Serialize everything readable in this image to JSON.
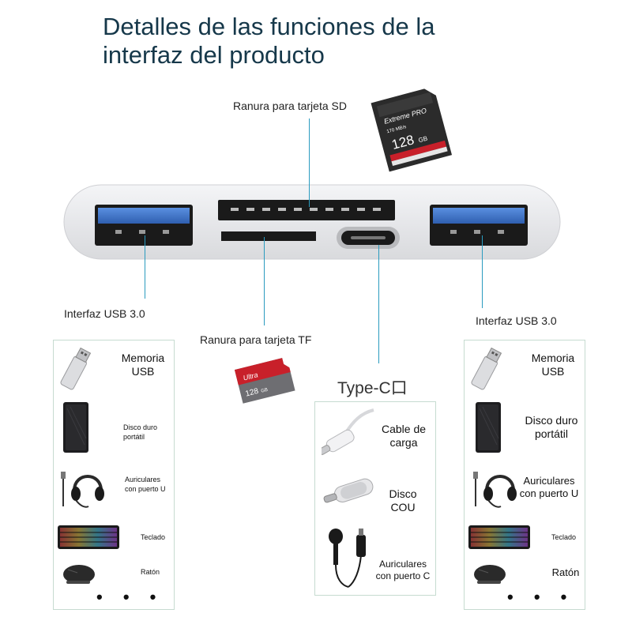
{
  "title": {
    "line1": "Detalles de las funciones de la",
    "line2": "interfaz del producto"
  },
  "labels": {
    "sd_slot": "Ranura para tarjeta SD",
    "tf_slot": "Ranura para tarjeta TF",
    "usb_left": "Interfaz USB 3.0",
    "usb_right": "Interfaz USB 3.0",
    "typec": "Type-C口"
  },
  "sd_card": {
    "brand": "Extreme PRO",
    "speed": "170 MB/s",
    "capacity": "128",
    "unit": "GB"
  },
  "tf_card": {
    "brand": "Ultra",
    "capacity": "128",
    "unit": "GB"
  },
  "left_panel": {
    "items": [
      {
        "label": "Memoria USB"
      },
      {
        "label": "Disco duro portátil"
      },
      {
        "label": "Auriculares con puerto U"
      },
      {
        "label": "Teclado"
      },
      {
        "label": "Ratón"
      }
    ],
    "more": "• • •"
  },
  "middle_panel": {
    "items": [
      {
        "label": "Cable de carga"
      },
      {
        "label": "Disco COU"
      },
      {
        "label": "Auriculares con puerto C"
      }
    ]
  },
  "right_panel": {
    "items": [
      {
        "label": "Memoria USB"
      },
      {
        "label": "Disco duro portátil"
      },
      {
        "label": "Auriculares con puerto U"
      },
      {
        "label": "Teclado"
      },
      {
        "label": "Ratón"
      }
    ],
    "more": "• • •"
  },
  "colors": {
    "title": "#16384a",
    "leader_line": "#2a9bbf",
    "usb_blue": "#3b6fc4",
    "panel_border": "#c6dbd0",
    "hub_body": "#e9eaec"
  }
}
